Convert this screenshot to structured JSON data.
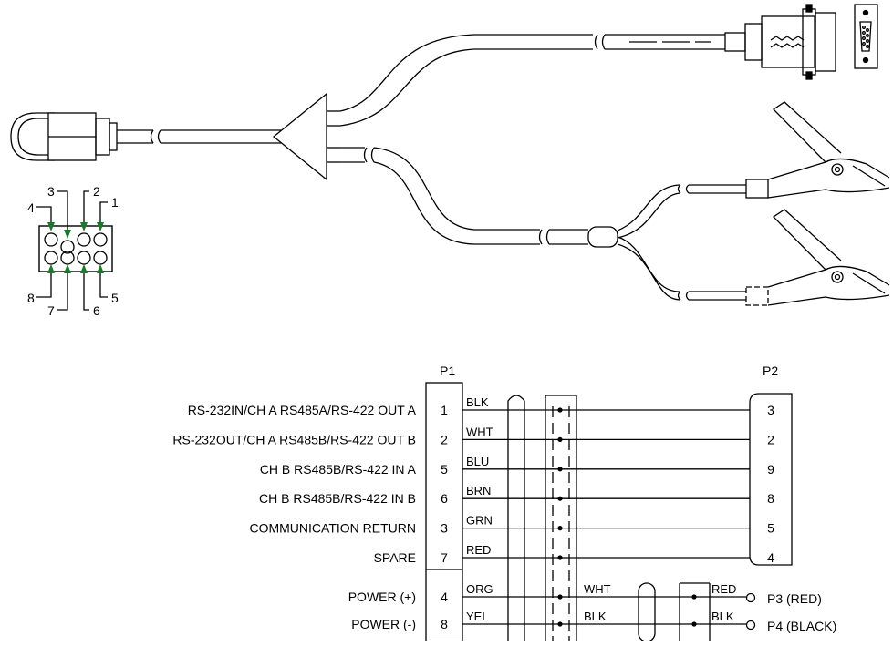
{
  "connector_labels": {
    "p1": "P1",
    "p2": "P2",
    "p3": "P3 (RED)",
    "p4": "P4 (BLACK)"
  },
  "pinout_numbers": [
    "1",
    "2",
    "3",
    "4",
    "5",
    "6",
    "7",
    "8"
  ],
  "wires": [
    {
      "signal": "RS-232IN/CH A RS485A/RS-422 OUT A",
      "p1_pin": "1",
      "color": "BLK",
      "p2_pin": "3"
    },
    {
      "signal": "RS-232OUT/CH A RS485B/RS-422 OUT B",
      "p1_pin": "2",
      "color": "WHT",
      "p2_pin": "2"
    },
    {
      "signal": "CH B RS485B/RS-422 IN A",
      "p1_pin": "5",
      "color": "BLU",
      "p2_pin": "9"
    },
    {
      "signal": "CH B RS485B/RS-422 IN B",
      "p1_pin": "6",
      "color": "BRN",
      "p2_pin": "8"
    },
    {
      "signal": "COMMUNICATION RETURN",
      "p1_pin": "3",
      "color": "GRN",
      "p2_pin": "5"
    },
    {
      "signal": "SPARE",
      "p1_pin": "7",
      "color": "RED",
      "p2_pin": "4"
    }
  ],
  "power": [
    {
      "signal": "POWER (+)",
      "p1_pin": "4",
      "color": "ORG",
      "mid_color": "WHT",
      "end_color": "RED"
    },
    {
      "signal": "POWER (-)",
      "p1_pin": "8",
      "color": "YEL",
      "mid_color": "BLK",
      "end_color": "BLK"
    }
  ]
}
